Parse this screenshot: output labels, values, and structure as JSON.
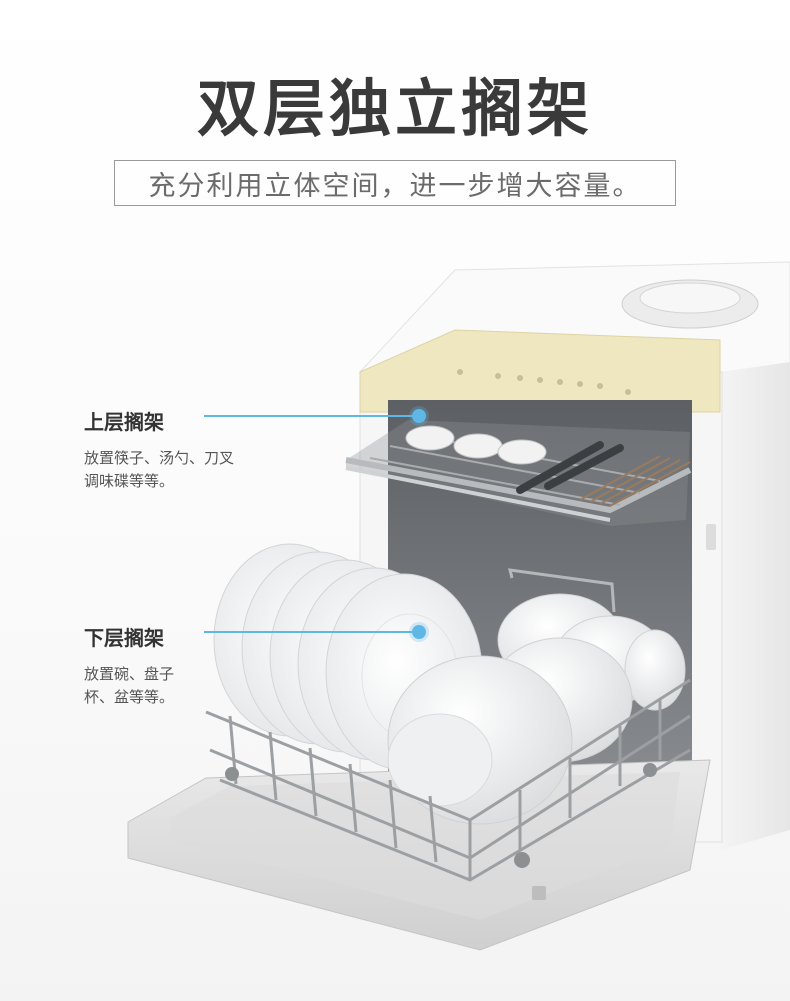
{
  "header": {
    "title": "双层独立搁架",
    "subtitle": "充分利用立体空间，进一步增大容量。"
  },
  "upper_rack": {
    "title": "上层搁架",
    "desc_line1": "放置筷子、汤勺、刀叉",
    "desc_line2": "调味碟等等。"
  },
  "lower_rack": {
    "title": "下层搁架",
    "desc_line1": "放置碗、盘子",
    "desc_line2": "杯、盆等等。"
  },
  "colors": {
    "accent": "#5fb7e6",
    "title": "#3a3a3a",
    "panel": "#efe7bf"
  }
}
